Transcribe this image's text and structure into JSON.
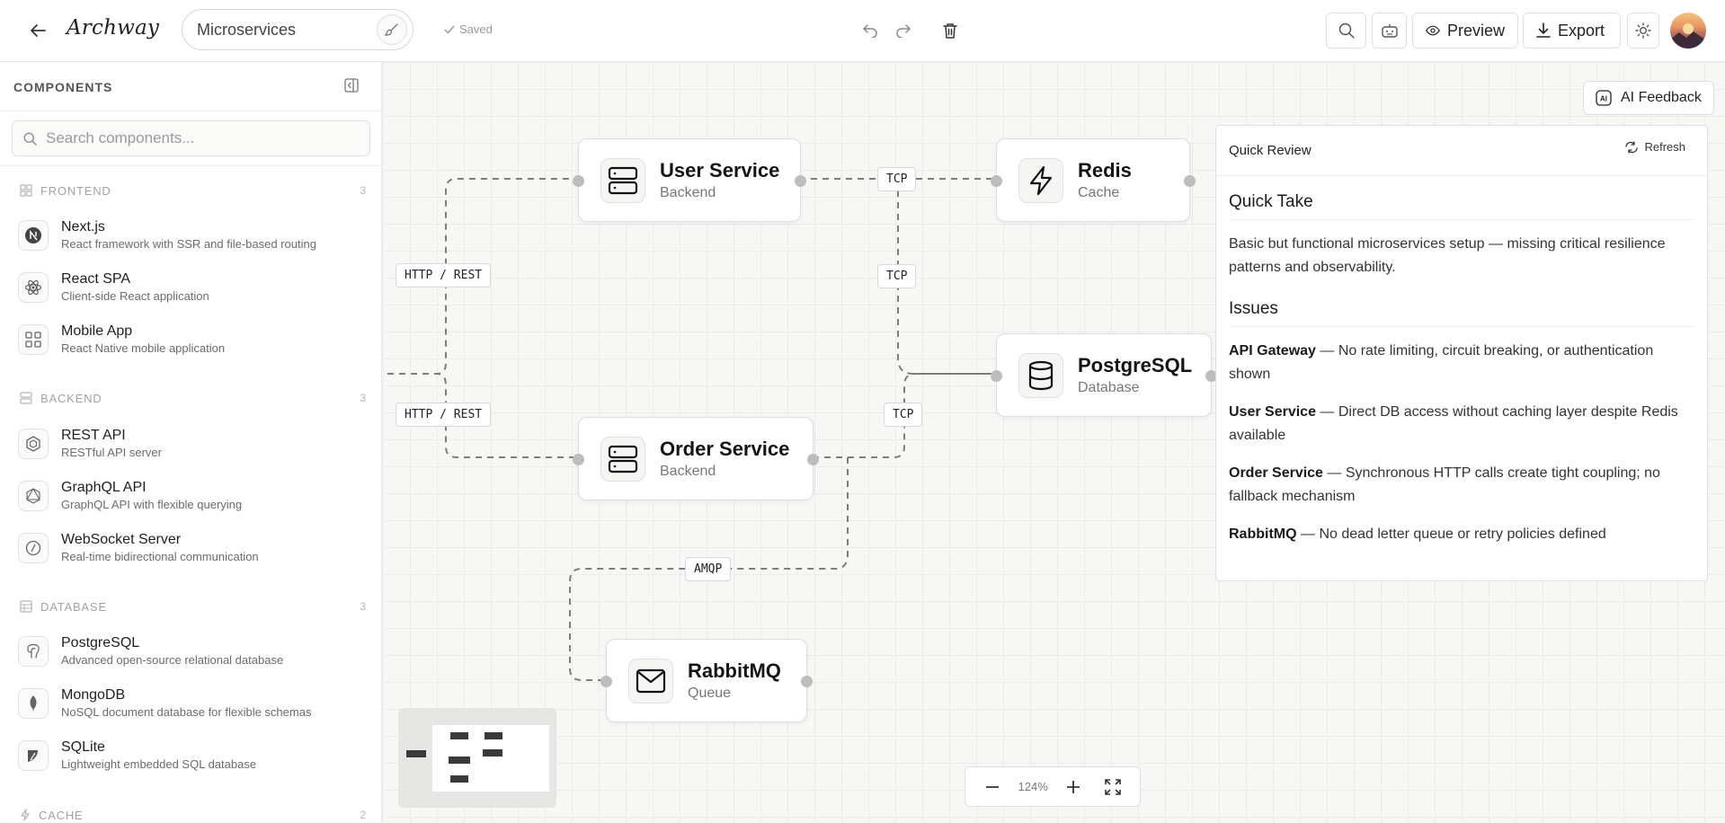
{
  "app": {
    "logo": "Archway",
    "project_name": "Microservices",
    "saved_label": "Saved"
  },
  "toolbar": {
    "preview_label": "Preview",
    "export_label": "Export"
  },
  "sidebar": {
    "title": "COMPONENTS",
    "search_placeholder": "Search components...",
    "categories": [
      {
        "name": "FRONTEND",
        "count": "3",
        "icon": "layout-icon",
        "items": [
          {
            "name": "Next.js",
            "desc": "React framework with SSR and file-based routing",
            "icon": "nextjs-icon"
          },
          {
            "name": "React SPA",
            "desc": "Client-side React application",
            "icon": "react-icon"
          },
          {
            "name": "Mobile App",
            "desc": "React Native mobile application",
            "icon": "grid-icon"
          }
        ]
      },
      {
        "name": "BACKEND",
        "count": "3",
        "icon": "server-icon",
        "items": [
          {
            "name": "REST API",
            "desc": "RESTful API server",
            "icon": "hexagon-icon"
          },
          {
            "name": "GraphQL API",
            "desc": "GraphQL API with flexible querying",
            "icon": "graphql-icon"
          },
          {
            "name": "WebSocket Server",
            "desc": "Real-time bidirectional communication",
            "icon": "socket-icon"
          }
        ]
      },
      {
        "name": "DATABASE",
        "count": "3",
        "icon": "table-icon",
        "items": [
          {
            "name": "PostgreSQL",
            "desc": "Advanced open-source relational database",
            "icon": "postgres-icon"
          },
          {
            "name": "MongoDB",
            "desc": "NoSQL document database for flexible schemas",
            "icon": "leaf-icon"
          },
          {
            "name": "SQLite",
            "desc": "Lightweight embedded SQL database",
            "icon": "feather-icon"
          }
        ]
      },
      {
        "name": "CACHE",
        "count": "2",
        "icon": "bolt-icon",
        "items": []
      }
    ]
  },
  "canvas": {
    "nodes": [
      {
        "title": "User Service",
        "subtitle": "Backend",
        "icon": "server-icon"
      },
      {
        "title": "Redis",
        "subtitle": "Cache",
        "icon": "bolt-icon"
      },
      {
        "title": "PostgreSQL",
        "subtitle": "Database",
        "icon": "database-icon"
      },
      {
        "title": "Order Service",
        "subtitle": "Backend",
        "icon": "server-icon"
      },
      {
        "title": "RabbitMQ",
        "subtitle": "Queue",
        "icon": "mail-icon"
      }
    ],
    "edge_labels": [
      "TCP",
      "TCP",
      "HTTP / REST",
      "HTTP / REST",
      "TCP",
      "AMQP"
    ],
    "zoom": "124%"
  },
  "review": {
    "button_label": "AI Feedback",
    "title": "Quick Review",
    "refresh_label": "Refresh",
    "quick_take_heading": "Quick Take",
    "quick_take": "Basic but functional microservices setup — missing critical resilience patterns and observability.",
    "issues_heading": "Issues",
    "issues": [
      {
        "subject": "API Gateway",
        "text": " — No rate limiting, circuit breaking, or authentication shown"
      },
      {
        "subject": "User Service",
        "text": " — Direct DB access without caching layer despite Redis available"
      },
      {
        "subject": "Order Service",
        "text": " — Synchronous HTTP calls create tight coupling; no fallback mechanism"
      },
      {
        "subject": "RabbitMQ",
        "text": " — No dead letter queue or retry policies defined"
      }
    ]
  },
  "colors": {
    "accent": "#1a1a1a",
    "border": "#e0e0de",
    "muted": "#a3a3a3",
    "edge": "#7a7a7a"
  }
}
